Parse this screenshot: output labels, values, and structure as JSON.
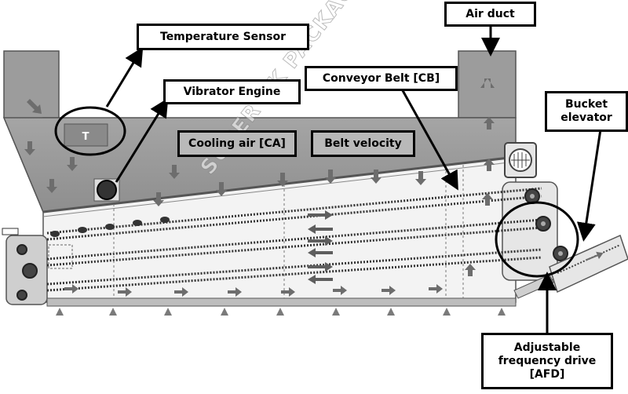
{
  "labels": {
    "temperature_sensor": "Temperature Sensor",
    "vibrator_engine": "Vibrator Engine",
    "conveyor_belt": "Conveyor Belt [CB]",
    "air_duct": "Air duct",
    "bucket_elevator_line1": "Bucket",
    "bucket_elevator_line2": "elevator",
    "cooling_air": "Cooling air [CA]",
    "belt_velocity": "Belt velocity",
    "afd_line1": "Adjustable",
    "afd_line2": "frequency drive",
    "afd_line3": "[AFD]",
    "sensor_letter": "T"
  },
  "watermark": "SUPER SK PACKAGING",
  "colors": {
    "housing": "#9a9a9a",
    "housing_dark": "#7a7a7a",
    "chamber": "#f2f2f2",
    "belt": "#333333",
    "arrow": "#6d6d6d",
    "sensor": "#8a8a8a"
  }
}
